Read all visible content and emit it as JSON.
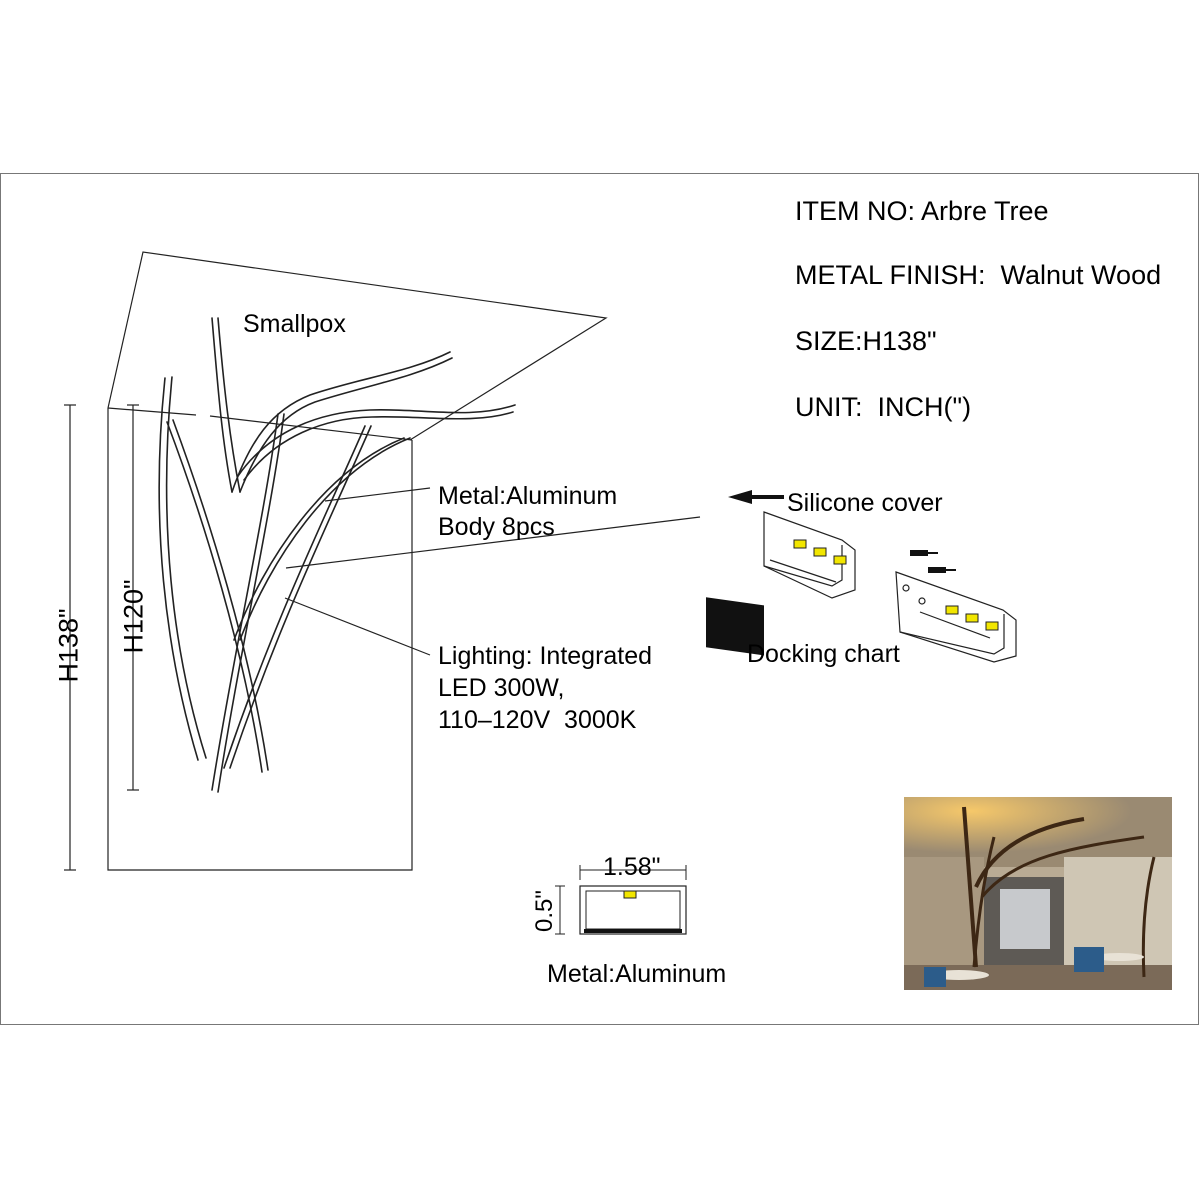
{
  "spec": {
    "item_no": "ITEM NO: Arbre Tree",
    "metal_finish": "METAL FINISH:  Walnut Wood",
    "size": "SIZE:H138\"",
    "unit": "UNIT:  INCH(\")"
  },
  "drawing": {
    "canopy_label": "Smallpox",
    "body_label_1": "Metal:Aluminum",
    "body_label_2": "Body 8pcs",
    "lighting_1": "Lighting: Integrated",
    "lighting_2": "LED 300W,",
    "lighting_3": "110–120V  3000K",
    "total_height": "H138\"",
    "body_height": "H120\""
  },
  "connector": {
    "silicone_label": "Silicone cover",
    "docking_label": "Docking chart"
  },
  "profile": {
    "width": "1.58\"",
    "height": "0.5\"",
    "material": "Metal:Aluminum"
  },
  "colors": {
    "line": "#222222",
    "led": "#f2e600",
    "wall": "#d8d2c4",
    "warm_light": "#f6c86a",
    "wood": "#5b3a1e"
  }
}
